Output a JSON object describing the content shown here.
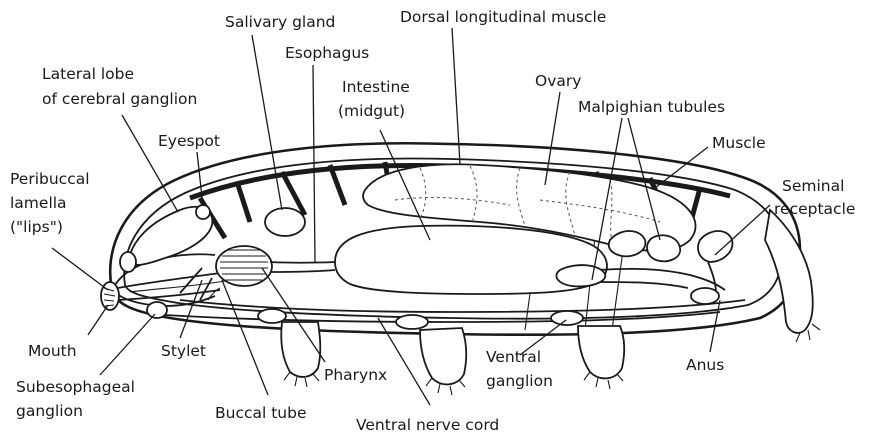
{
  "labels": {
    "salivary_gland": "Salivary gland",
    "dorsal_longitudinal_muscle": "Dorsal longitudinal muscle",
    "esophagus": "Esophagus",
    "lateral_lobe_line1": "Lateral lobe",
    "lateral_lobe_line2": "of cerebral ganglion",
    "intestine_line1": "Intestine",
    "intestine_line2": "(midgut)",
    "ovary": "Ovary",
    "malpighian_tubules": "Malpighian tubules",
    "eyespot": "Eyespot",
    "muscle": "Muscle",
    "peribuccal_line1": "Peribuccal",
    "peribuccal_line2": "lamella",
    "peribuccal_line3": "(\"lips\")",
    "seminal_line1": "Seminal",
    "seminal_line2": "receptacle",
    "mouth": "Mouth",
    "stylet": "Stylet",
    "pharynx": "Pharynx",
    "ventral_ganglion_line1": "Ventral",
    "ventral_ganglion_line2": "ganglion",
    "anus": "Anus",
    "subesophageal_line1": "Subesophageal",
    "subesophageal_line2": "ganglion",
    "buccal_tube": "Buccal tube",
    "ventral_nerve_cord": "Ventral nerve cord"
  },
  "colors": {
    "ink": "#1a1a1a",
    "background": "#ffffff"
  }
}
